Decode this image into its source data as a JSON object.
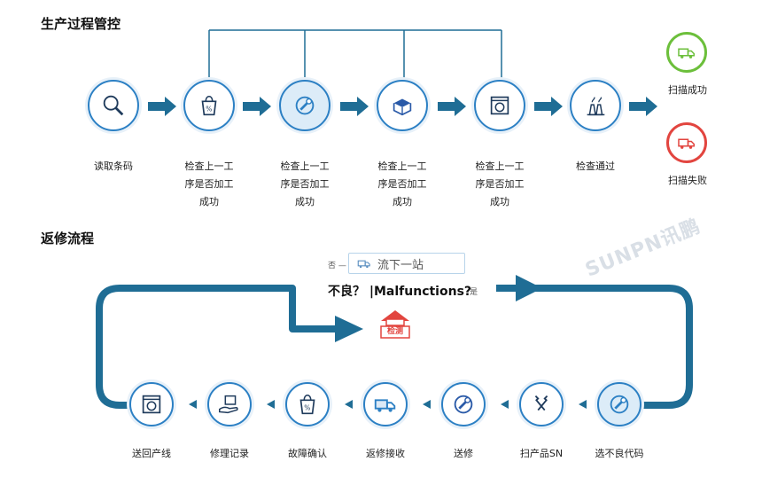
{
  "sections": {
    "production": {
      "title": "生产过程管控"
    },
    "repair": {
      "title": "返修流程"
    }
  },
  "top_flow": {
    "steps": [
      {
        "label": "读取条码",
        "icon": "magnifier-icon"
      },
      {
        "label": "检查上一工\n序是否加工\n成功",
        "icon": "shopping-bag-icon"
      },
      {
        "label": "检查上一工\n序是否加工\n成功",
        "icon": "wrench-gear-icon"
      },
      {
        "label": "检查上一工\n序是否加工\n成功",
        "icon": "open-box-icon"
      },
      {
        "label": "检查上一工\n序是否加工\n成功",
        "icon": "box-scan-icon"
      },
      {
        "label": "检查通过",
        "icon": "factory-icon"
      }
    ],
    "results": [
      {
        "label": "扫描成功",
        "icon": "truck-icon",
        "color": "#6cbf3b"
      },
      {
        "label": "扫描失败",
        "icon": "truck-icon",
        "color": "#e2453f"
      }
    ]
  },
  "repair_flow": {
    "question": "不良？ |Malfunctions?",
    "no_label": "否",
    "yes_label": "是",
    "next_station": "流下一站",
    "inspect_label": "检测",
    "steps": [
      {
        "label": "送回产线",
        "icon": "box-scan-icon"
      },
      {
        "label": "修理记录",
        "icon": "hand-box-icon"
      },
      {
        "label": "故障确认",
        "icon": "shopping-bag-icon"
      },
      {
        "label": "返修接收",
        "icon": "truck-icon"
      },
      {
        "label": "送修",
        "icon": "wrench-gear-icon"
      },
      {
        "label": "扫产品SN",
        "icon": "tools-icon"
      },
      {
        "label": "选不良代码",
        "icon": "wrench-gear-icon"
      }
    ]
  },
  "watermark": "SUNPN讯鹏",
  "colors": {
    "primary": "#1f6d95",
    "accent": "#2c80c4",
    "ok": "#6cbf3b",
    "fail": "#e2453f"
  }
}
